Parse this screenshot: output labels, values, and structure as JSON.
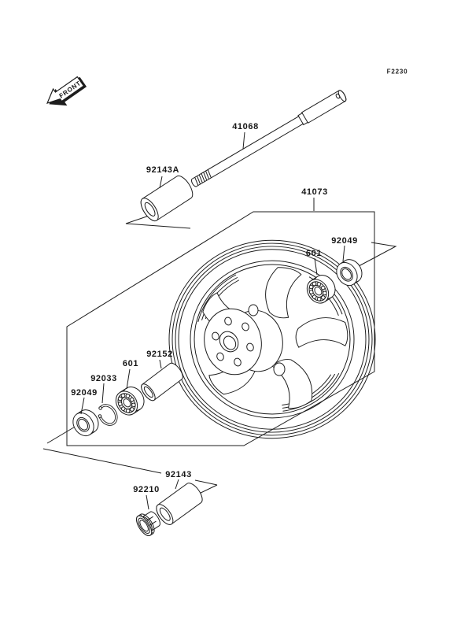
{
  "figure": {
    "code": "F2230",
    "front_marker": "FRONT",
    "line_color": "#1d1d1d",
    "background": "#ffffff"
  },
  "parts": {
    "axle": "41068",
    "collar_front": "92143A",
    "wheel": "41073",
    "bearing_right": "601",
    "seal_right": "92049",
    "spacer": "92152",
    "bearing_left": "601",
    "circlip": "92033",
    "seal_left": "92049",
    "collar_rear": "92143",
    "axle_nut": "92210"
  }
}
